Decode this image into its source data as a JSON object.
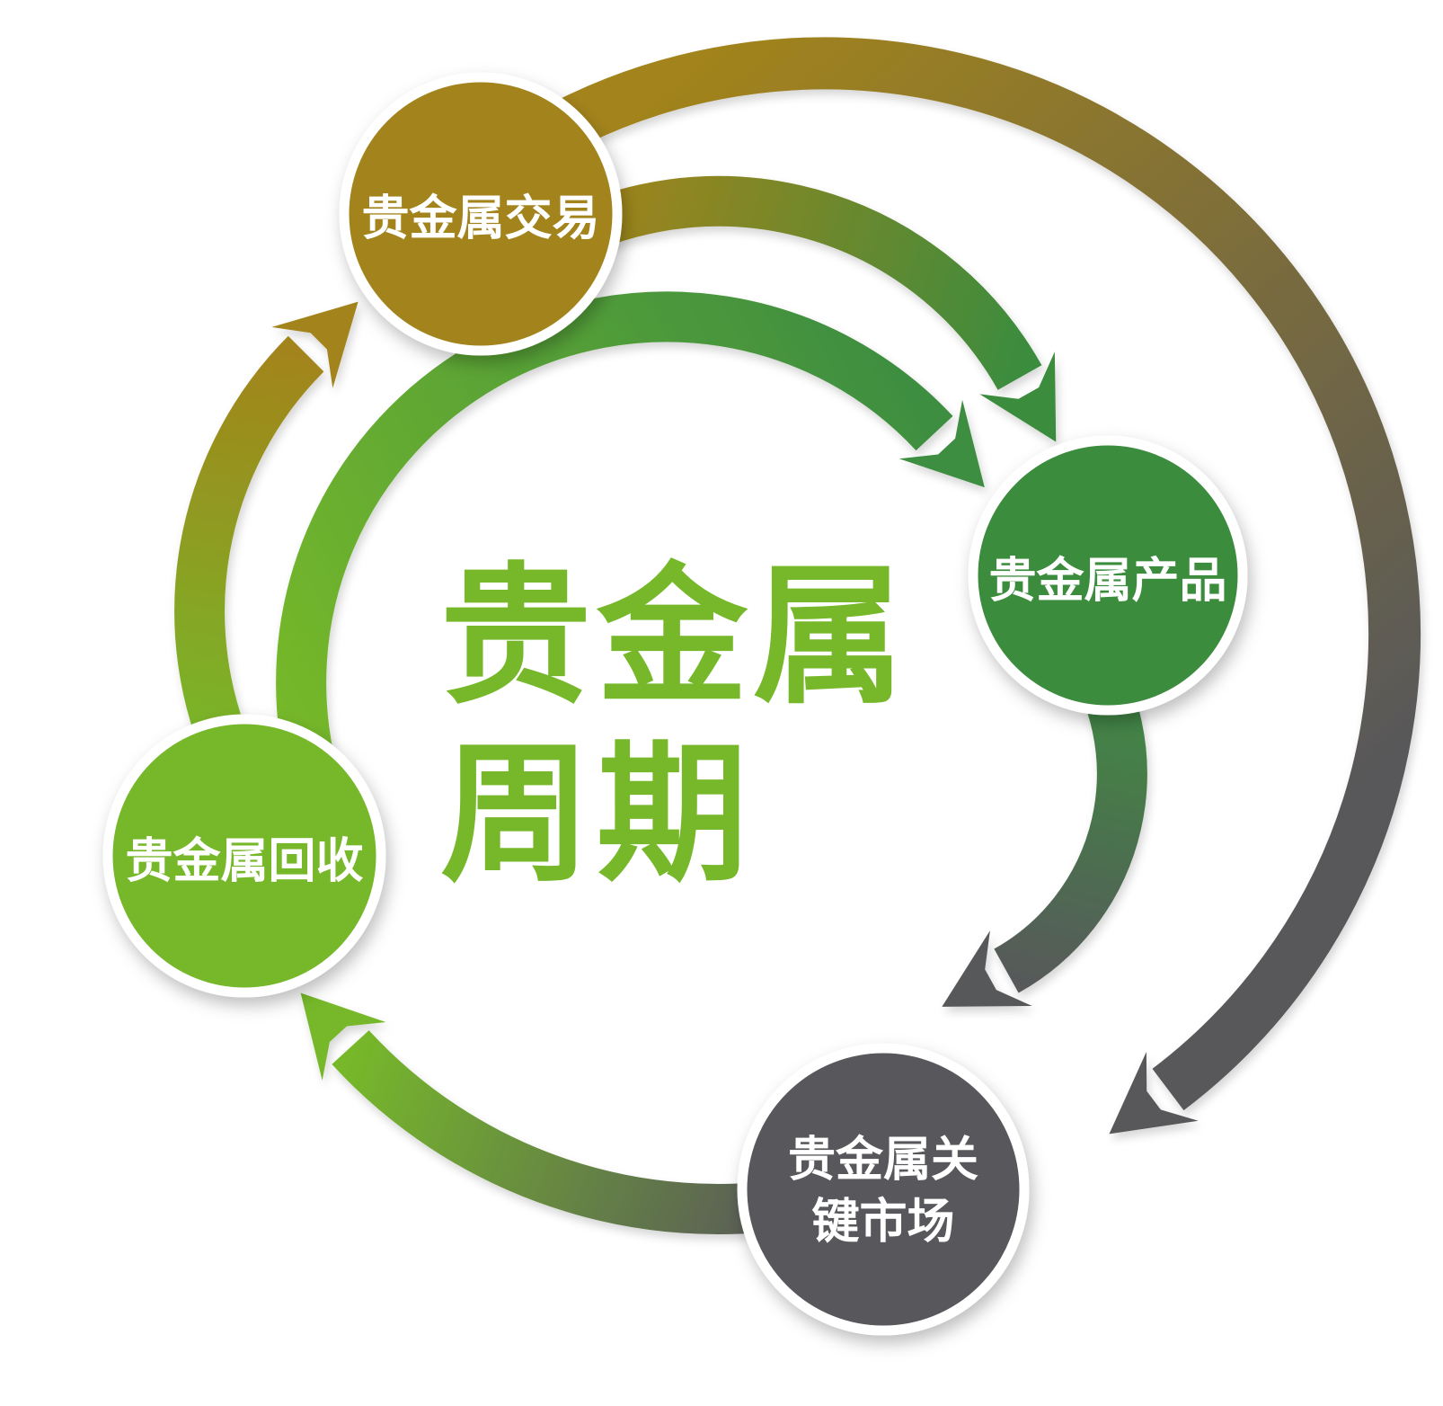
{
  "diagram": {
    "name": "precious-metals-cycle",
    "background": "#FFFFFF",
    "label_text_color": "#FFFFFF",
    "title": {
      "line1": "贵金属",
      "line2": "周期",
      "color": "#76B82A"
    },
    "nodes": [
      {
        "id": "trading",
        "label": "贵金属交易",
        "color": "#A3841B"
      },
      {
        "id": "products",
        "label": "贵金属产品",
        "color": "#3B8C3E"
      },
      {
        "id": "key-markets",
        "label_line1": "贵金属关",
        "label_line2": "键市场",
        "color": "#59595B"
      },
      {
        "id": "recycling",
        "label": "贵金属回收",
        "color": "#76B82A"
      }
    ],
    "arrows": [
      {
        "from": "trading",
        "to": "products",
        "start_color": "#A3841B",
        "end_color": "#3B8C3E"
      },
      {
        "from": "trading",
        "to": "key-markets",
        "start_color": "#A3841B",
        "end_color": "#58585A"
      },
      {
        "from": "recycling",
        "to": "products",
        "start_color": "#76B82A",
        "end_color": "#3E8E41"
      },
      {
        "from": "products",
        "to": "key-markets",
        "start_color": "#3E8E41",
        "end_color": "#57595A"
      },
      {
        "from": "key-markets",
        "to": "recycling",
        "start_color": "#58585A",
        "end_color": "#76B82A"
      },
      {
        "from": "recycling",
        "to": "trading",
        "start_color": "#76B82A",
        "end_color": "#A3841B"
      }
    ]
  }
}
